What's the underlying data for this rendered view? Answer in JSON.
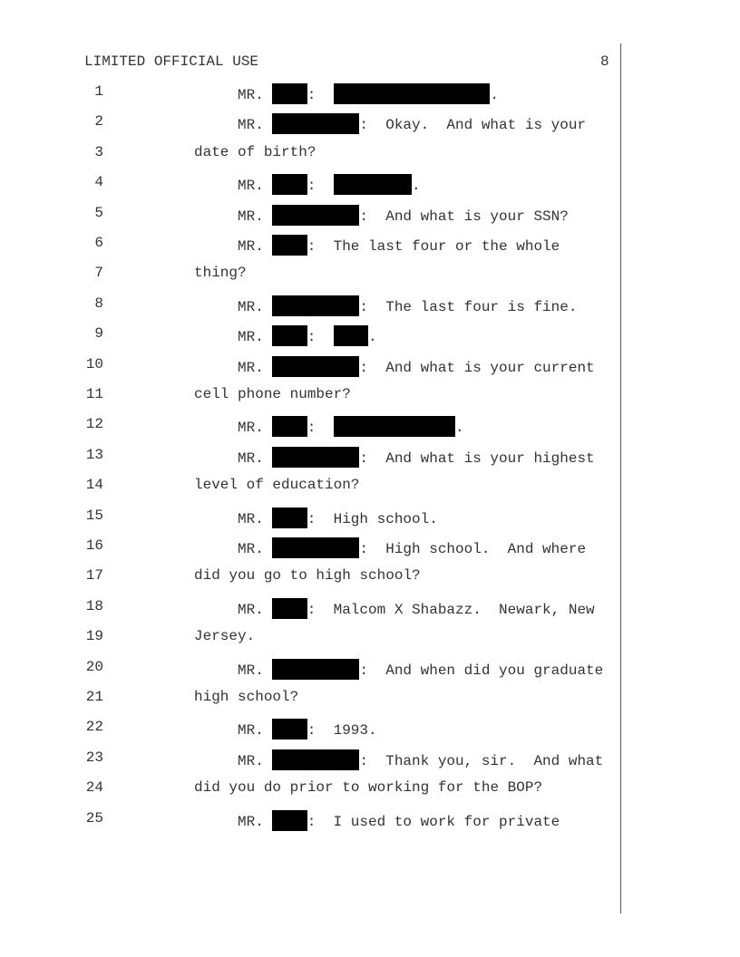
{
  "header": {
    "classification": "LIMITED OFFICIAL USE",
    "page_number": "8"
  },
  "lines": [
    {
      "n": "1",
      "type": "speaker",
      "prefix": "MR. ",
      "speaker": "short",
      "after": ":  ",
      "answer": "a18",
      "tail": "."
    },
    {
      "n": "2",
      "type": "speaker",
      "prefix": "MR. ",
      "speaker": "long",
      "after": ":  Okay.  And what is your"
    },
    {
      "n": "3",
      "type": "cont",
      "text": "date of birth?"
    },
    {
      "n": "4",
      "type": "speaker",
      "prefix": "MR. ",
      "speaker": "short",
      "after": ":  ",
      "answer": "a9",
      "tail": "."
    },
    {
      "n": "5",
      "type": "speaker",
      "prefix": "MR. ",
      "speaker": "long",
      "after": ":  And what is your SSN?"
    },
    {
      "n": "6",
      "type": "speaker",
      "prefix": "MR. ",
      "speaker": "short",
      "after": ":  The last four or the whole"
    },
    {
      "n": "7",
      "type": "cont",
      "text": "thing?"
    },
    {
      "n": "8",
      "type": "speaker",
      "prefix": "MR. ",
      "speaker": "long",
      "after": ":  The last four is fine."
    },
    {
      "n": "9",
      "type": "speaker",
      "prefix": "MR. ",
      "speaker": "short",
      "after": ":  ",
      "answer": "a4",
      "tail": "."
    },
    {
      "n": "10",
      "type": "speaker",
      "prefix": "MR. ",
      "speaker": "long",
      "after": ":  And what is your current"
    },
    {
      "n": "11",
      "type": "cont",
      "text": "cell phone number?"
    },
    {
      "n": "12",
      "type": "speaker",
      "prefix": "MR. ",
      "speaker": "short",
      "after": ":  ",
      "answer": "a14",
      "tail": "."
    },
    {
      "n": "13",
      "type": "speaker",
      "prefix": "MR. ",
      "speaker": "long",
      "after": ":  And what is your highest"
    },
    {
      "n": "14",
      "type": "cont",
      "text": "level of education?"
    },
    {
      "n": "15",
      "type": "speaker",
      "prefix": "MR. ",
      "speaker": "short",
      "after": ":  High school."
    },
    {
      "n": "16",
      "type": "speaker",
      "prefix": "MR. ",
      "speaker": "long",
      "after": ":  High school.  And where"
    },
    {
      "n": "17",
      "type": "cont",
      "text": "did you go to high school?"
    },
    {
      "n": "18",
      "type": "speaker",
      "prefix": "MR. ",
      "speaker": "short",
      "after": ":  Malcom X Shabazz.  Newark, New"
    },
    {
      "n": "19",
      "type": "cont",
      "text": "Jersey."
    },
    {
      "n": "20",
      "type": "speaker",
      "prefix": "MR. ",
      "speaker": "long",
      "after": ":  And when did you graduate"
    },
    {
      "n": "21",
      "type": "cont",
      "text": "high school?"
    },
    {
      "n": "22",
      "type": "speaker",
      "prefix": "MR. ",
      "speaker": "short",
      "after": ":  1993."
    },
    {
      "n": "23",
      "type": "speaker",
      "prefix": "MR. ",
      "speaker": "long",
      "after": ":  Thank you, sir.  And what"
    },
    {
      "n": "24",
      "type": "cont",
      "text": "did you do prior to working for the BOP?"
    },
    {
      "n": "25",
      "type": "speaker",
      "prefix": "MR. ",
      "speaker": "short",
      "after": ":  I used to work for private"
    }
  ]
}
